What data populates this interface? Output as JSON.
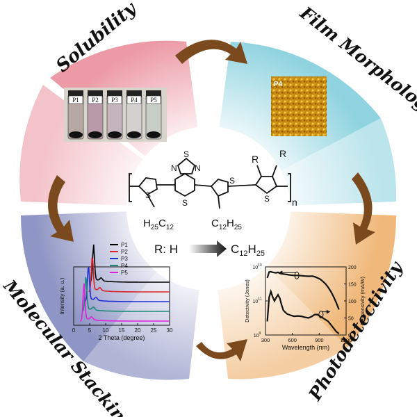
{
  "labels": {
    "top_left": "Solubility",
    "top_right": "Film Morphology",
    "bottom_left": "Molecular Stacking",
    "bottom_right": "Photodetectivity"
  },
  "vials": [
    "P1",
    "P2",
    "P3",
    "P4",
    "P5"
  ],
  "afm_label": "P4",
  "molecule": {
    "s_atom": "S",
    "n_atom": "N",
    "r_group": "R",
    "left_chain_h": "H",
    "left_chain_h_sub": "25",
    "left_chain_c": "C",
    "left_chain_c_sub": "12",
    "mid_chain_c": "C",
    "mid_chain_c_sub": "12",
    "mid_chain_h": "H",
    "mid_chain_h_sub": "25",
    "repeat_n": "n",
    "r_label": "R: H",
    "r_product": "C",
    "r_product_sub1": "12",
    "r_product_h": "H",
    "r_product_sub2": "25"
  },
  "colors": {
    "pink": "#ec9aa6",
    "cyan": "#8ed3df",
    "purple": "#8f95c4",
    "orange": "#f0b87a",
    "arrow": "#7a4a1e"
  },
  "xrd_chart": {
    "type": "line",
    "xlabel": "2 Theta (degree)",
    "ylabel": "Intensity (a. u.)",
    "xlim": [
      0,
      30
    ],
    "xticks": [
      "0",
      "5",
      "10",
      "15",
      "20",
      "25",
      "30"
    ],
    "series": [
      {
        "name": "P1",
        "color": "#000000",
        "peak": 6.2,
        "offset": 4
      },
      {
        "name": "P2",
        "color": "#d9222a",
        "peak": 5.8,
        "offset": 3
      },
      {
        "name": "P3",
        "color": "#1f2fd6",
        "peak": 4.6,
        "offset": 2
      },
      {
        "name": "P4",
        "color": "#1b8a7a",
        "peak": 3.8,
        "offset": 1
      },
      {
        "name": "P5",
        "color": "#e020d8",
        "peak": 3.2,
        "offset": 0
      }
    ]
  },
  "photo_chart": {
    "type": "line",
    "xlabel": "Wavelength (nm)",
    "ylabel_left": "Detectivity (Jones)",
    "ylabel_right": "Responsivity (mA/W)",
    "xlim": [
      300,
      1200
    ],
    "xticks": [
      "300",
      "600",
      "900",
      "1200"
    ],
    "left_ticks": [
      "10",
      "10",
      "10"
    ],
    "left_exp": [
      "9",
      "11",
      "13"
    ],
    "right_ticks": [
      "0",
      "50",
      "100",
      "150",
      "200"
    ],
    "detectivity_x": [
      320,
      340,
      360,
      380,
      400,
      420,
      440,
      460,
      480,
      500,
      540,
      580,
      620,
      660,
      700,
      740,
      780,
      800,
      820,
      850,
      880,
      910,
      940,
      970,
      1000,
      1030,
      1060,
      1090,
      1120
    ],
    "detectivity_y": [
      12.35,
      12.7,
      12.72,
      12.68,
      12.66,
      12.65,
      12.68,
      12.62,
      12.6,
      12.58,
      12.55,
      12.52,
      12.5,
      12.5,
      12.48,
      12.46,
      12.45,
      12.45,
      12.46,
      12.42,
      12.35,
      12.28,
      12.15,
      12.0,
      11.8,
      11.55,
      11.25,
      10.9,
      10.5
    ],
    "responsivity_x": [
      320,
      340,
      360,
      380,
      400,
      420,
      440,
      460,
      480,
      500,
      540,
      580,
      620,
      660,
      700,
      740,
      780,
      820,
      850,
      880,
      910,
      940,
      970,
      1000,
      1030,
      1060,
      1090,
      1120
    ],
    "responsivity_y": [
      40,
      110,
      128,
      112,
      100,
      110,
      118,
      108,
      88,
      72,
      62,
      58,
      55,
      56,
      55,
      52,
      50,
      55,
      60,
      60,
      55,
      50,
      45,
      40,
      30,
      20,
      10,
      4
    ]
  }
}
